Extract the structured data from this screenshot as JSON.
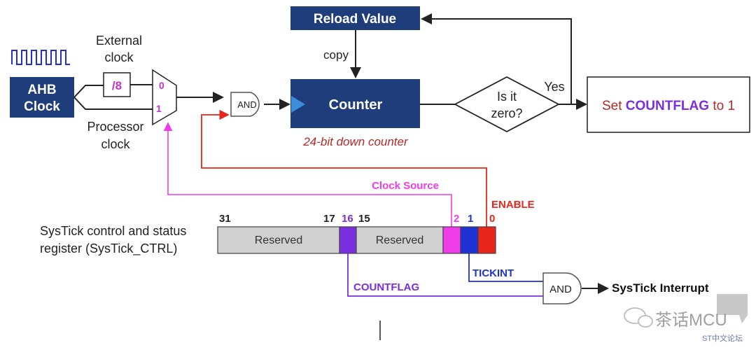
{
  "blocks": {
    "ahb_clock": [
      "AHB",
      "Clock"
    ],
    "external_clock": [
      "External",
      "clock"
    ],
    "divider": "/8",
    "processor_clock": [
      "Processor",
      "clock"
    ],
    "mux_inputs": [
      "0",
      "1"
    ],
    "and_gate_top": "AND",
    "reload_value": "Reload Value",
    "copy": "copy",
    "counter": "Counter",
    "counter_caption": "24-bit down counter",
    "decision": [
      "Is it",
      "zero?"
    ],
    "yes": "Yes",
    "countflag_action": {
      "prefix": "Set ",
      "keyword": "COUNTFLAG",
      "suffix": " to 1"
    }
  },
  "register": {
    "name": [
      "SysTick control and status",
      "register (SysTick_CTRL)"
    ],
    "bit_numbers": {
      "b31": "31",
      "b17": "17",
      "b16": "16",
      "b15": "15",
      "b2": "2",
      "b1": "1",
      "b0": "0"
    },
    "reserved_high": "Reserved",
    "reserved_low": "Reserved"
  },
  "signals": {
    "enable": "ENABLE",
    "clock_source": "Clock Source",
    "tickint": "TICKINT",
    "countflag": "COUNTFLAG",
    "and_gate_bottom": "AND",
    "interrupt": "SysTick Interrupt"
  },
  "watermark": {
    "main": "茶话MCU",
    "sub": "ST中文论坛"
  },
  "colors": {
    "navy": "#1f3d7a",
    "enable": "#e8261c",
    "tickint": "#1f32d6",
    "countflag": "#7a2ee0",
    "clock_source": "#f03ce8",
    "reserved": "#d0d0d0",
    "caption": "#b02a2a"
  }
}
